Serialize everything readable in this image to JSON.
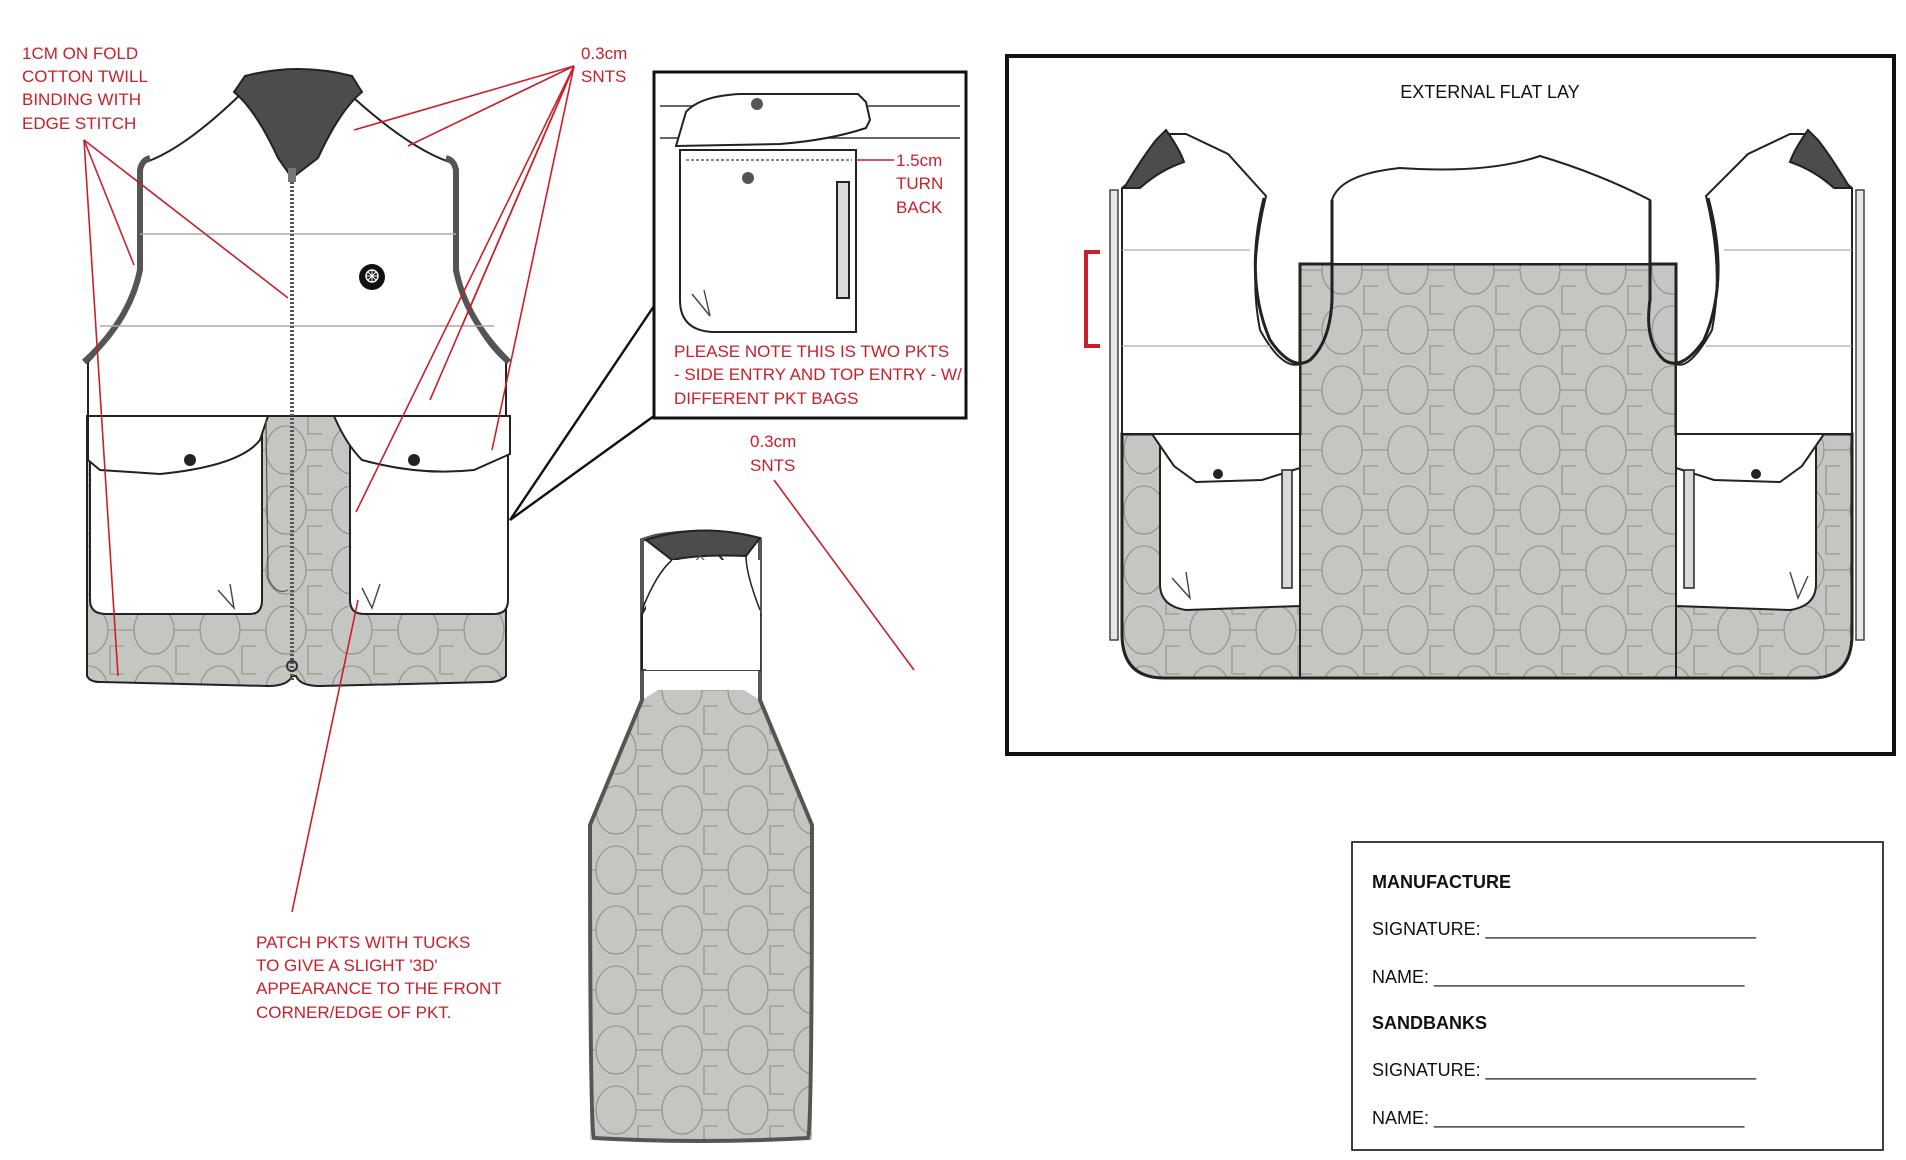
{
  "colors": {
    "annotation": "#c8202b",
    "collar": "#4a4d4b",
    "quilt": "#c4c6c2",
    "shell": "#ffffff",
    "outline": "#222222"
  },
  "icons": [
    "brand-logo-icon",
    "snap-button-icon",
    "zipper-icon"
  ],
  "annotations": {
    "binding": [
      "1CM ON FOLD",
      "COTTON TWILL",
      "BINDING WITH",
      "EDGE STITCH"
    ],
    "front_snts": [
      "0.3cm",
      "SNTS"
    ],
    "turn_back": [
      "1.5cm",
      "TURN",
      "BACK"
    ],
    "pocket_note": [
      "PLEASE NOTE THIS IS TWO PKTS",
      " - SIDE ENTRY  AND TOP ENTRY - W/",
      "DIFFERENT PKT BAGS"
    ],
    "back_snts": [
      "0.3cm",
      "SNTS"
    ],
    "patch_pkts": [
      "PATCH PKTS WITH TUCKS",
      "TO GIVE A SLIGHT '3D'",
      "APPEARANCE TO THE FRONT",
      "CORNER/EDGE OF PKT."
    ]
  },
  "flat_lay": {
    "title": "EXTERNAL FLAT LAY"
  },
  "signoff": {
    "manufacture_heading": "MANUFACTURE",
    "manufacture_signature": "SIGNATURE: ___________________________",
    "manufacture_name": "NAME: _______________________________",
    "sandbanks_heading": "SANDBANKS",
    "sandbanks_signature": "SIGNATURE: ___________________________",
    "sandbanks_name": "NAME: _______________________________"
  }
}
